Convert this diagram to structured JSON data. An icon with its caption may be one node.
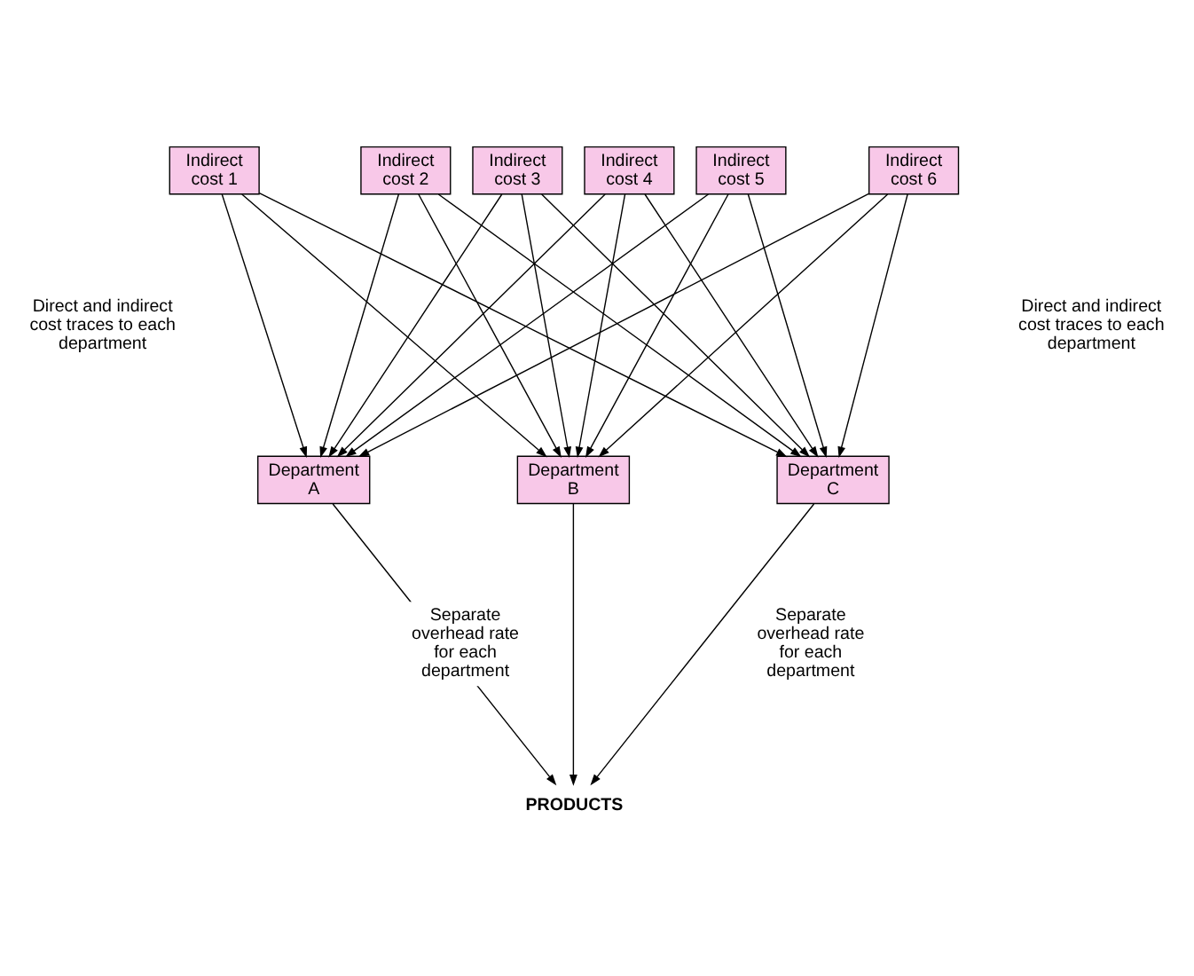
{
  "diagram": {
    "nodes": [
      {
        "text": [
          "Indirect cost 1"
        ]
      },
      {
        "text": [
          "Indirect cost 2"
        ]
      },
      {
        "text": [
          "Indirect cost 3"
        ]
      },
      {
        "text": [
          "Indirect cost 4"
        ]
      },
      {
        "text": [
          "Indirect cost 5"
        ]
      },
      {
        "text": [
          "Indirect cost 6"
        ]
      },
      {
        "text": [
          "Department A"
        ]
      },
      {
        "text": [
          "Department B"
        ]
      },
      {
        "text": [
          "Department C"
        ]
      },
      {
        "text": [
          "PRODUCTS"
        ]
      }
    ],
    "edges": [
      {
        "from": 0,
        "to": 6,
        "arrow": "to"
      },
      {
        "from": 0,
        "to": 7,
        "arrow": "to"
      },
      {
        "from": 0,
        "to": 8,
        "arrow": "to"
      },
      {
        "from": 1,
        "to": 6,
        "arrow": "to"
      },
      {
        "from": 1,
        "to": 7,
        "arrow": "to"
      },
      {
        "from": 1,
        "to": 8,
        "arrow": "to"
      },
      {
        "from": 2,
        "to": 6,
        "arrow": "to"
      },
      {
        "from": 2,
        "to": 7,
        "arrow": "to"
      },
      {
        "from": 2,
        "to": 8,
        "arrow": "to"
      },
      {
        "from": 3,
        "to": 6,
        "arrow": "to"
      },
      {
        "from": 3,
        "to": 7,
        "arrow": "to"
      },
      {
        "from": 3,
        "to": 8,
        "arrow": "to"
      },
      {
        "from": 4,
        "to": 6,
        "arrow": "to"
      },
      {
        "from": 4,
        "to": 7,
        "arrow": "to"
      },
      {
        "from": 4,
        "to": 8,
        "arrow": "to"
      },
      {
        "from": 5,
        "to": 6,
        "arrow": "to"
      },
      {
        "from": 5,
        "to": 7,
        "arrow": "to"
      },
      {
        "from": 5,
        "to": 8,
        "arrow": "to"
      },
      {
        "from": 6,
        "to": 9,
        "arrow": "to"
      },
      {
        "from": 7,
        "to": 9,
        "arrow": "to"
      },
      {
        "from": 8,
        "to": 9,
        "arrow": "to"
      }
    ],
    "labels": [
      "Direct and indirect cost traces to each department",
      "Direct and indirect cost traces to each department",
      "Separate overhead rate for each department",
      "Separate overhead rate for each department"
    ]
  }
}
